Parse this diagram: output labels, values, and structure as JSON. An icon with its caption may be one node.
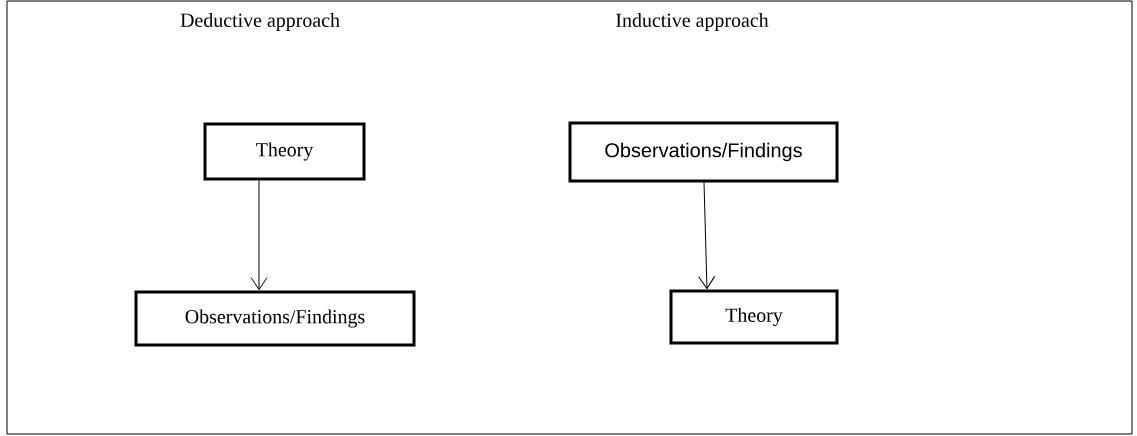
{
  "diagram": {
    "nodes": [
      {
        "text": [
          "Theory"
        ]
      },
      {
        "text": [
          "Observations/Findings"
        ]
      },
      {
        "text": [
          "Observations/Findings"
        ]
      },
      {
        "text": [
          "Theory"
        ]
      }
    ],
    "edges": [
      {
        "from": 0,
        "to": 1,
        "arrow": "to"
      },
      {
        "from": 2,
        "to": 3,
        "arrow": "to"
      }
    ],
    "labels": [
      "Deductive approach",
      "Inductive approach"
    ]
  }
}
